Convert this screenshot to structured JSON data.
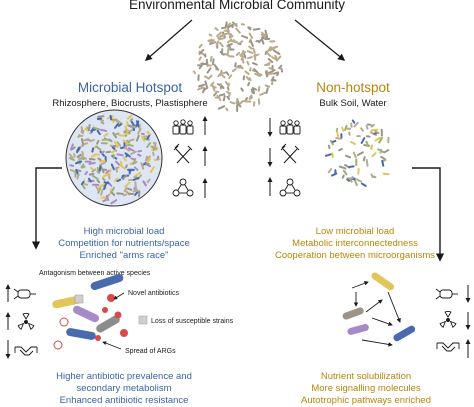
{
  "title": "Environmental Microbial Community",
  "hotspot": {
    "title": "Microbial Hotspot",
    "subtitle": "Rhizosphere, Biocrusts, Plastisphere",
    "traits": [
      "High microbial load",
      "Competition for nutrients/space",
      "Enriched \"arms race\""
    ],
    "inset_title": "Antagonism between active species",
    "inset_labels": {
      "novel": "Novel antibiotics",
      "loss": "Loss of susceptible strains",
      "spread": "Spread of ARGs"
    },
    "outcomes": [
      "Higher antibiotic prevalence and",
      "secondary metabolism",
      "Enhanced antibiotic resistance"
    ]
  },
  "nonhotspot": {
    "title": "Non-hotspot",
    "subtitle": "Bulk Soil, Water",
    "traits": [
      "Low microbial load",
      "Metabolic interconnectedness",
      "Cooperation between microorganisms"
    ],
    "outcomes": [
      "Nutrient solubilization",
      "More signalling molecules",
      "Autotrophic pathways enriched"
    ]
  },
  "colors": {
    "hotspot_text": "#3a64a8",
    "nonhotspot_text": "#b8860b",
    "arrow": "#1a1a1a",
    "cell_tan": "#b9ab8c",
    "cell_gray": "#9c9489",
    "cell_blue": "#4a6ab0",
    "cell_purple": "#a78bc9",
    "cell_yellow": "#e2c65a",
    "cell_green": "#9ab07a",
    "cell_red": "#d84a4a",
    "hotspot_circle": "#dfe6f3"
  },
  "icons": [
    "people-group-icon",
    "fork-knife-icon",
    "network-icon",
    "microbe-icon",
    "radiation-icon",
    "handshake-icon"
  ]
}
